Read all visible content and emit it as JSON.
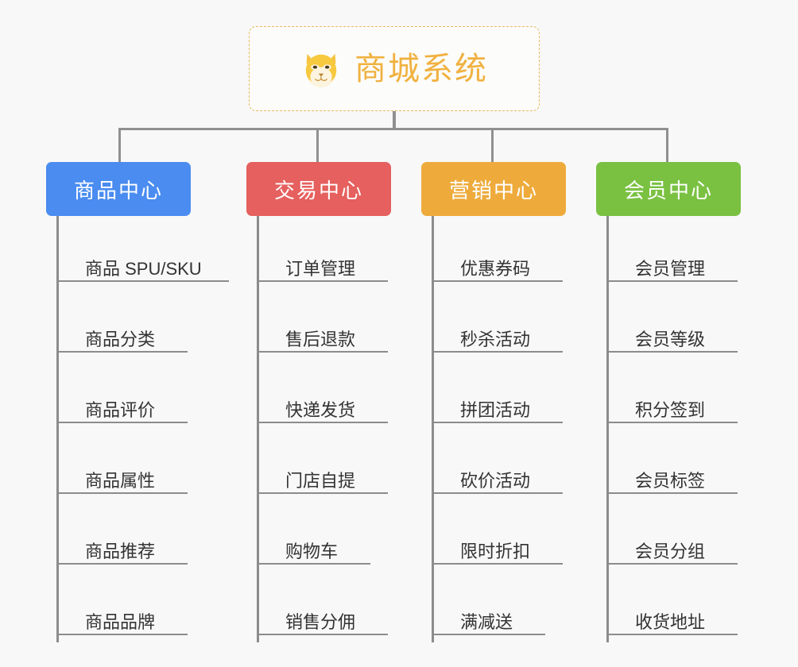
{
  "diagram": {
    "type": "mind-map",
    "background_color": "#f8f8f8",
    "connector_color": "#8c8c8c",
    "root": {
      "title": "商城系统",
      "icon": "dog-face-icon",
      "border_color": "#e8b860",
      "text_color": "#f0b13f"
    },
    "branches": [
      {
        "label": "商品中心",
        "color": "#4a8cf0",
        "items": [
          "商品 SPU/SKU",
          "商品分类",
          "商品评价",
          "商品属性",
          "商品推荐",
          "商品品牌"
        ]
      },
      {
        "label": "交易中心",
        "color": "#e5605e",
        "items": [
          "订单管理",
          "售后退款",
          "快递发货",
          "门店自提",
          "购物车",
          "销售分佣"
        ]
      },
      {
        "label": "营销中心",
        "color": "#eeab3c",
        "items": [
          "优惠券码",
          "秒杀活动",
          "拼团活动",
          "砍价活动",
          "限时折扣",
          "满减送"
        ]
      },
      {
        "label": "会员中心",
        "color": "#7ac142",
        "items": [
          "会员管理",
          "会员等级",
          "积分签到",
          "会员标签",
          "会员分组",
          "收货地址"
        ]
      }
    ]
  }
}
